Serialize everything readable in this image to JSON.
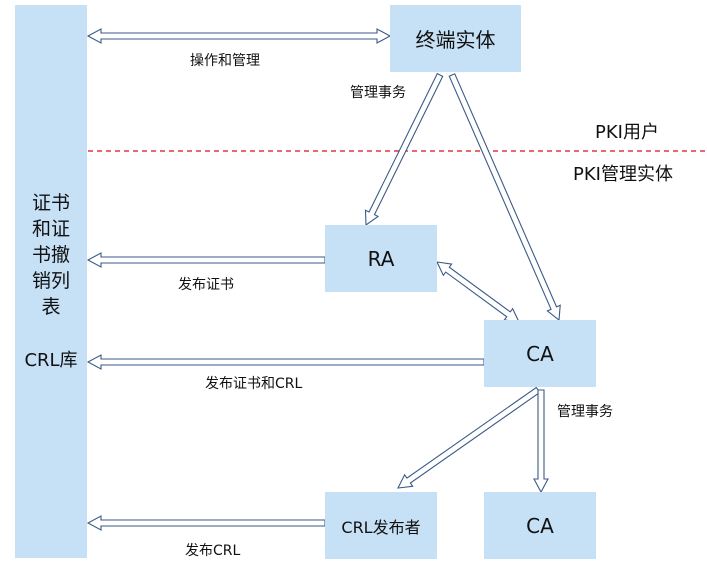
{
  "repository": {
    "title_lines": [
      "证书",
      "和证",
      "书撤",
      "销列",
      "表"
    ],
    "crl_label": "CRL库"
  },
  "nodes": {
    "end_entity": "终端实体",
    "ra": "RA",
    "ca_main": "CA",
    "crl_issuer": "CRL发布者",
    "ca_sub": "CA"
  },
  "labels": {
    "operate_manage": "操作和管理",
    "mgmt_tx_top": "管理事务",
    "pki_user": "PKI用户",
    "pki_mgmt_entity": "PKI管理实体",
    "publish_cert": "发布证书",
    "publish_cert_crl": "发布证书和CRL",
    "mgmt_tx_bottom": "管理事务",
    "publish_crl": "发布CRL"
  },
  "colors": {
    "box_fill": "#c6e0f5",
    "arrow_stroke": "#3b5a87",
    "separator": "#e0383b"
  }
}
